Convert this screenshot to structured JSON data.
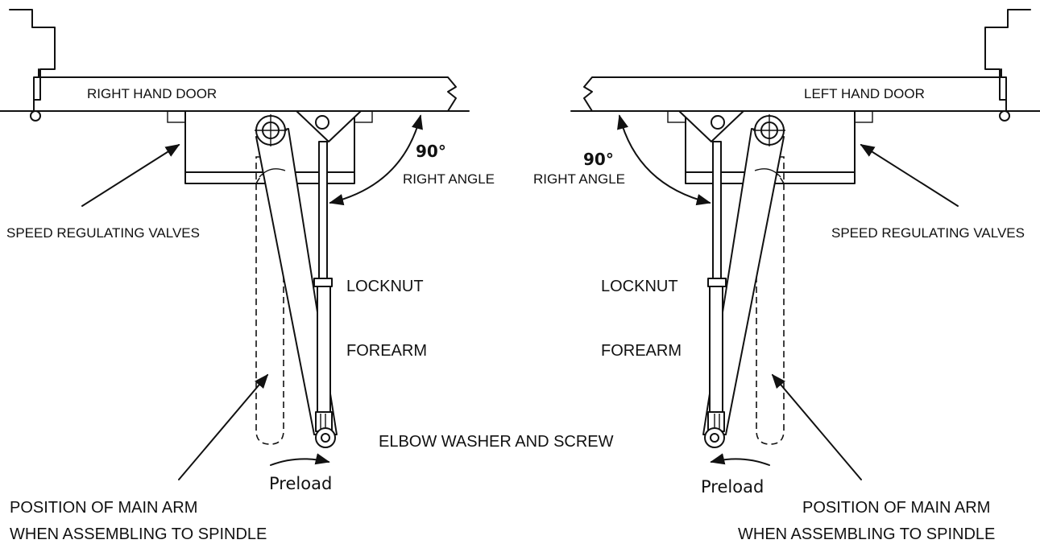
{
  "right_side": {
    "door_label": "RIGHT HAND DOOR",
    "angle_value": "90°",
    "angle_label": "RIGHT ANGLE",
    "valves_label": "SPEED REGULATING VALVES",
    "preload_label": "Preload",
    "main_arm_line1": "POSITION OF MAIN ARM",
    "main_arm_line2": "WHEN ASSEMBLING TO SPINDLE"
  },
  "left_side": {
    "door_label": "LEFT HAND DOOR",
    "angle_value": "90°",
    "angle_label": "RIGHT ANGLE",
    "valves_label": "SPEED REGULATING VALVES",
    "preload_label": "Preload",
    "main_arm_line1": "POSITION OF MAIN ARM",
    "main_arm_line2": "WHEN ASSEMBLING TO SPINDLE"
  },
  "shared": {
    "locknut_label": "LOCKNUT",
    "forearm_label": "FOREARM",
    "elbow_label": "ELBOW WASHER AND SCREW"
  },
  "colors": {
    "ink": "#111111",
    "background": "#ffffff"
  }
}
